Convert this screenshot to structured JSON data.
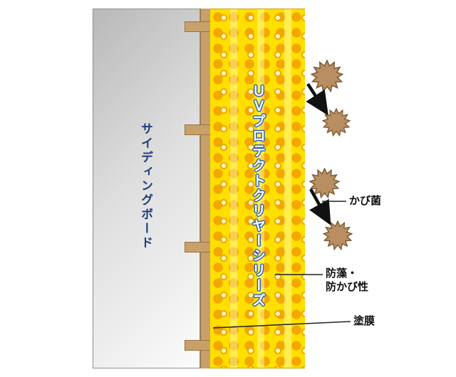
{
  "diagram": {
    "board_label": "サイディングボード",
    "coating_label": "ＵＶプロテクトクリヤーシリーズ",
    "annotations": {
      "mold": "かび菌",
      "anti_mold_line1": "防藻・",
      "anti_mold_line2": "防かび性",
      "film": "塗膜"
    },
    "colors": {
      "board_text": "#1d3d7a",
      "yellow": "#ffdf00",
      "dot": "#f3a800",
      "tan": "#c8a06a",
      "outline_blue": "#2e62b0",
      "spore_fill": "#b98e62",
      "spore_stroke": "#7d5a33",
      "arrow": "#111111"
    }
  }
}
